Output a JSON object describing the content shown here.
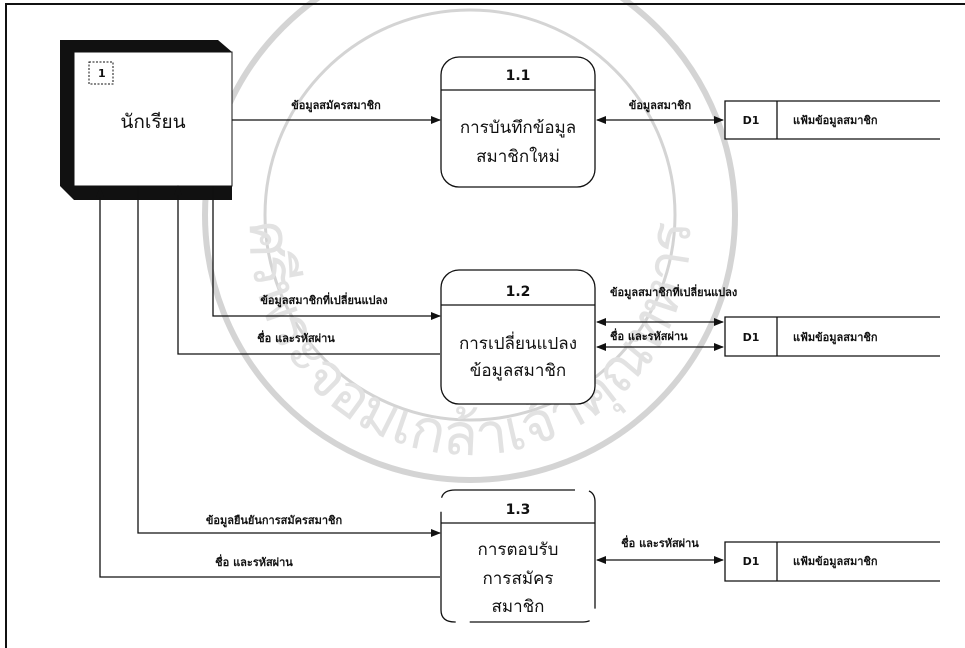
{
  "entity": {
    "number": "1",
    "name": "นักเรียน"
  },
  "processes": [
    {
      "id": "1.1",
      "line1": "การบันทึกข้อมูล",
      "line2": "สมาชิกใหม่",
      "line3": ""
    },
    {
      "id": "1.2",
      "line1": "การเปลี่ยนแปลง",
      "line2": "ข้อมูลสมาชิก",
      "line3": ""
    },
    {
      "id": "1.3",
      "line1": "การตอบรับ",
      "line2": "การสมัคร",
      "line3": "สมาชิก"
    }
  ],
  "datastores": [
    {
      "id": "D1",
      "name": "แฟ้มข้อมูลสมาชิก"
    },
    {
      "id": "D1",
      "name": "แฟ้มข้อมูลสมาชิก"
    },
    {
      "id": "D1",
      "name": "แฟ้มข้อมูลสมาชิก"
    }
  ],
  "flows": {
    "entity_to_p11": "ข้อมูลสมัครสมาชิก",
    "p11_ds1": "ข้อมูลสมาชิก",
    "entity_to_p12": "ข้อมูลสมาชิกที่เปลี่ยนแปลง",
    "p12_to_entity": "ชื่อ และรหัสผ่าน",
    "p12_ds2_top": "ข้อมูลสมาชิกที่เปลี่ยนแปลง",
    "p12_ds2_bottom": "ชื่อ และรหัสผ่าน",
    "entity_to_p13": "ข้อมูลยืนยันการสมัครสมาชิก",
    "p13_to_entity": "ชื่อ และรหัสผ่าน",
    "p13_ds3": "ชื่อ และรหัสผ่าน"
  },
  "watermark": {
    "text": "ศรีพระจอมเกล้าเจ้าคุณทหาร"
  }
}
